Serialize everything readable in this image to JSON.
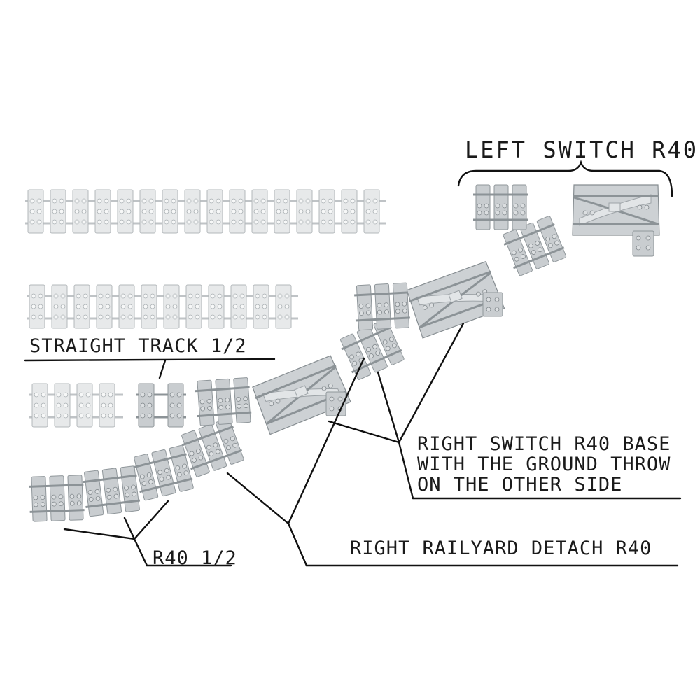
{
  "labels": {
    "left_switch": "LEFT SWITCH R40",
    "straight_track": "STRAIGHT TRACK 1/2",
    "right_switch_line1": "RIGHT SWITCH R40  BASE",
    "right_switch_line2": "WITH THE GROUND THROW",
    "right_switch_line3": "ON THE OTHER SIDE",
    "right_railyard": "RIGHT RAILYARD DETACH R40",
    "r40_half": "R40 1/2"
  },
  "colors": {
    "ink": "#111111",
    "light_track": "#e7e9ea",
    "dark_track": "#c9cdd0"
  }
}
